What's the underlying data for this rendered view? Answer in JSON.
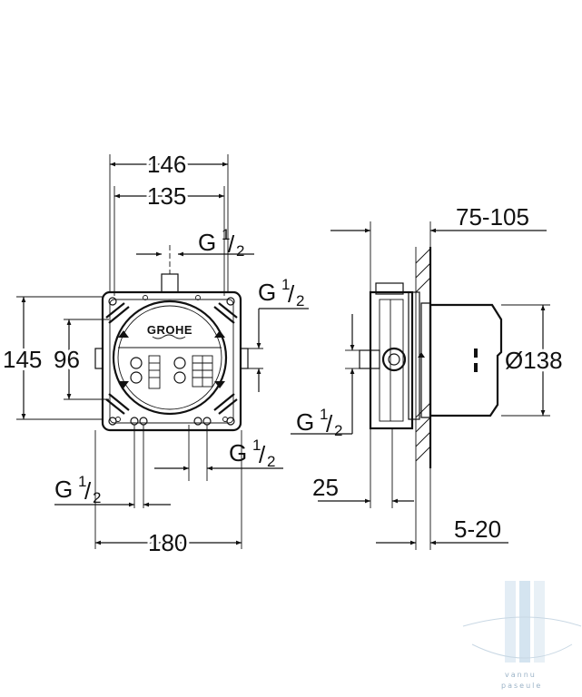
{
  "front_view": {
    "dim_146": "146",
    "dim_135": "135",
    "dim_145": "145",
    "dim_96": "96",
    "dim_180": "180",
    "thread_top": "G",
    "thread_right": "G",
    "thread_bottom_left": "G",
    "thread_bottom_right": "G",
    "fraction_num": "1",
    "fraction_den": "2",
    "logo": "GROHE"
  },
  "side_view": {
    "dim_75_105": "75-105",
    "dim_138": "Ø138",
    "dim_25": "25",
    "dim_5_20": "5-20",
    "thread_side": "G"
  },
  "watermark": {
    "line1": "vannu",
    "line2": "paseule"
  }
}
